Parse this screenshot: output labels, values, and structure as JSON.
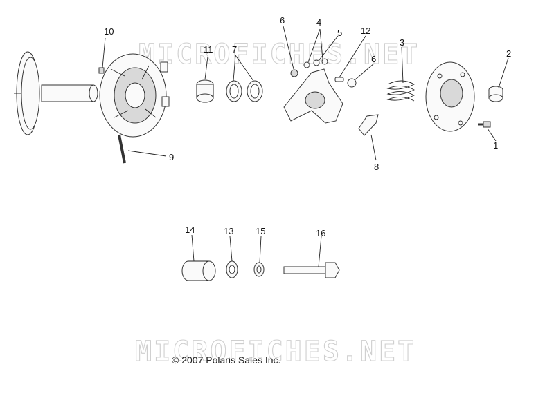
{
  "watermarks": [
    "MICROFICHES.NET",
    "MICROFICHES.NET"
  ],
  "copyright": "© 2007 Polaris Sales Inc.",
  "callouts": {
    "c1": "1",
    "c2": "2",
    "c3": "3",
    "c4": "4",
    "c5": "5",
    "c6a": "6",
    "c6b": "6",
    "c7": "7",
    "c8": "8",
    "c9": "9",
    "c10": "10",
    "c11": "11",
    "c12": "12",
    "c13": "13",
    "c14": "14",
    "c15": "15",
    "c16": "16"
  }
}
